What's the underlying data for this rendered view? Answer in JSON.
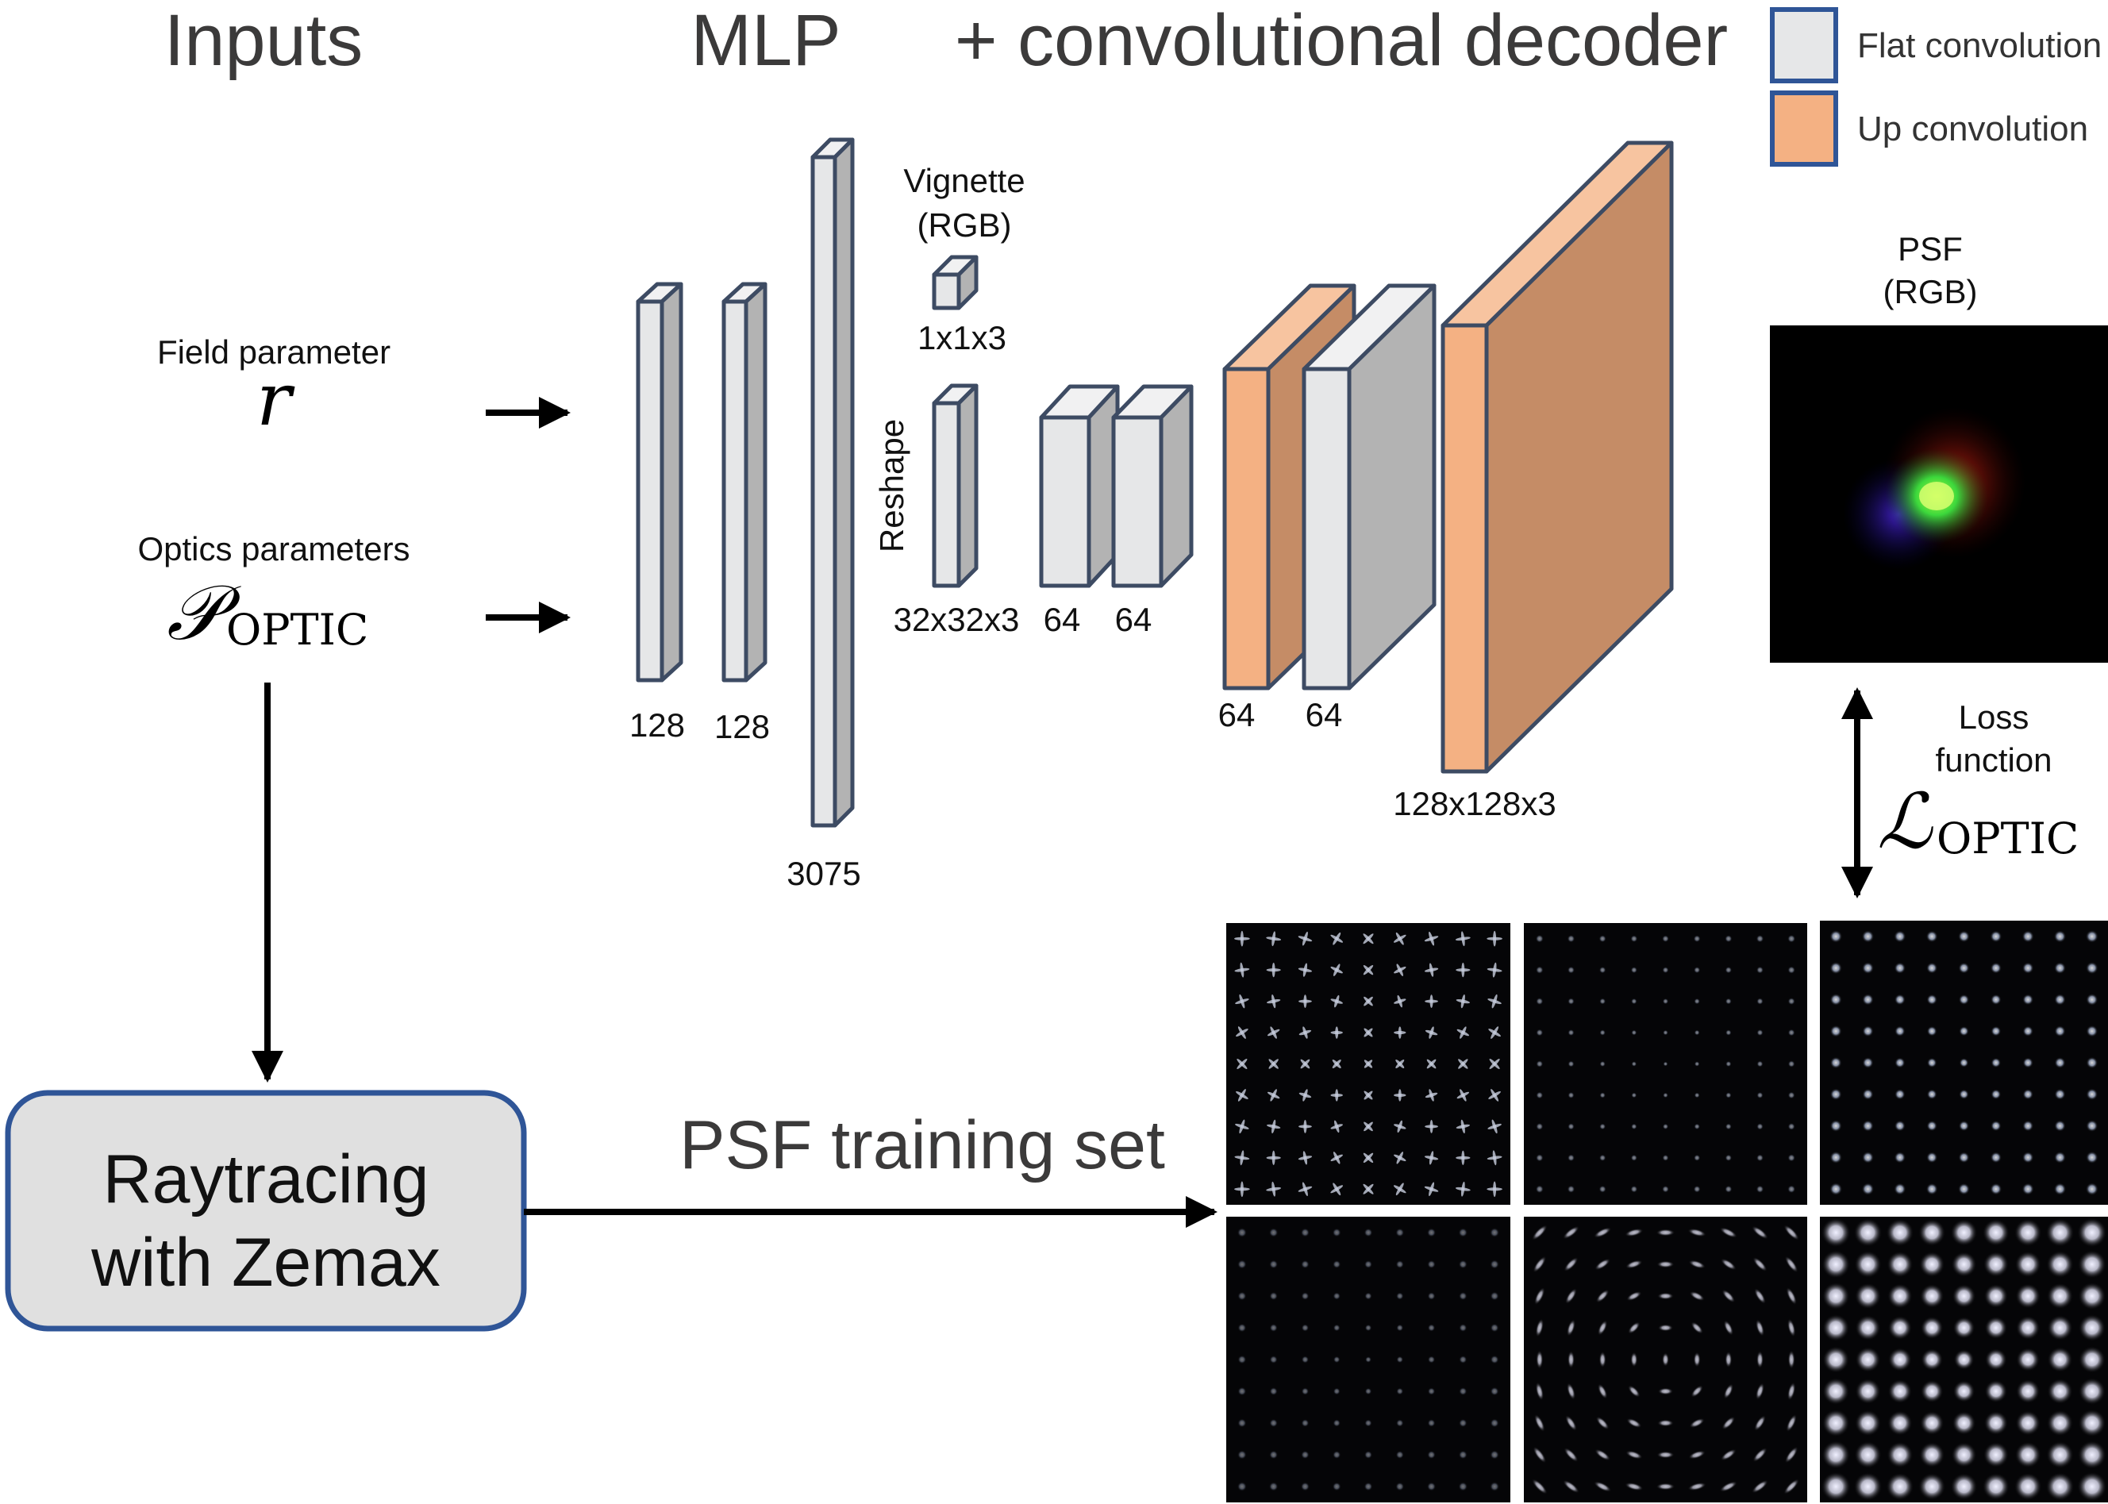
{
  "headers": {
    "inputs": "Inputs",
    "mlp": "MLP",
    "decoder": "+ convolutional decoder"
  },
  "legend": {
    "flat": "Flat convolution",
    "up": "Up convolution",
    "flat_color": "#e6e7e8",
    "up_color": "#f4b183",
    "border_color": "#2f5597"
  },
  "inputs": {
    "field_label": "Field parameter",
    "field_symbol": "r",
    "optics_label": "Optics parameters",
    "optics_symbol": "𝒫",
    "optics_subscript": "OPTIC"
  },
  "layers": {
    "mlp1": "128",
    "mlp2": "128",
    "mlp3": "3075",
    "vignette_title_1": "Vignette",
    "vignette_title_2": "(RGB)",
    "vignette_dims": "1x1x3",
    "reshape": "Reshape",
    "reshape_dims": "32x32x3",
    "conv1": "64",
    "conv2": "64",
    "up1": "64",
    "flat3": "64",
    "out": "128x128x3"
  },
  "psf": {
    "title_1": "PSF",
    "title_2": "(RGB)"
  },
  "loss": {
    "label_1": "Loss",
    "label_2": "function",
    "symbol": "ℒ",
    "subscript": "OPTIC"
  },
  "raytracing": {
    "line1": "Raytracing",
    "line2": "with Zemax",
    "fill": "#e0e0e0",
    "border": "#2f5597"
  },
  "training": {
    "label": "PSF training set",
    "panel_count": 6
  }
}
